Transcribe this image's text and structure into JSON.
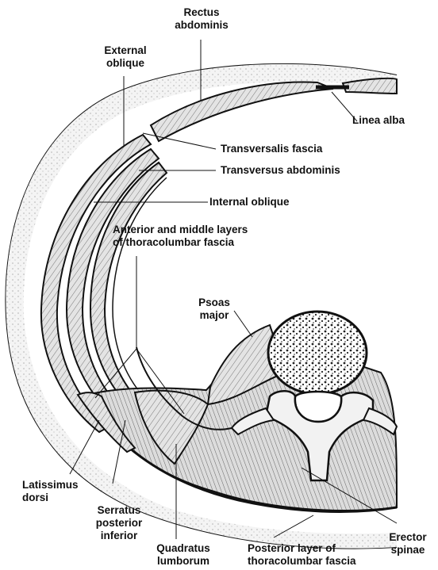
{
  "labels": {
    "rectus_abdominis": [
      "Rectus",
      "abdominis"
    ],
    "external_oblique": [
      "External",
      "oblique"
    ],
    "linea_alba": "Linea alba",
    "transversalis_fascia": "Transversalis fascia",
    "transversus_abdominis": "Transversus abdominis",
    "internal_oblique": "Internal oblique",
    "anterior_middle_tlf": [
      "Anterior and middle layers",
      "of thoracolumbar fascia"
    ],
    "psoas_major": [
      "Psoas",
      "major"
    ],
    "latissimus_dorsi": [
      "Latissimus",
      "dorsi"
    ],
    "serratus_posterior_inferior": [
      "Serratus",
      "posterior",
      "inferior"
    ],
    "quadratus_lumborum": [
      "Quadratus",
      "lumborum"
    ],
    "posterior_tlf": [
      "Posterior layer of",
      "thoracolumbar fascia"
    ],
    "erector_spinae": [
      "Erector",
      "spinae"
    ]
  },
  "colors": {
    "ink": "#111111",
    "fill": "#e9e9e9",
    "muscle": "#cfcfcf",
    "paper": "#ffffff"
  }
}
